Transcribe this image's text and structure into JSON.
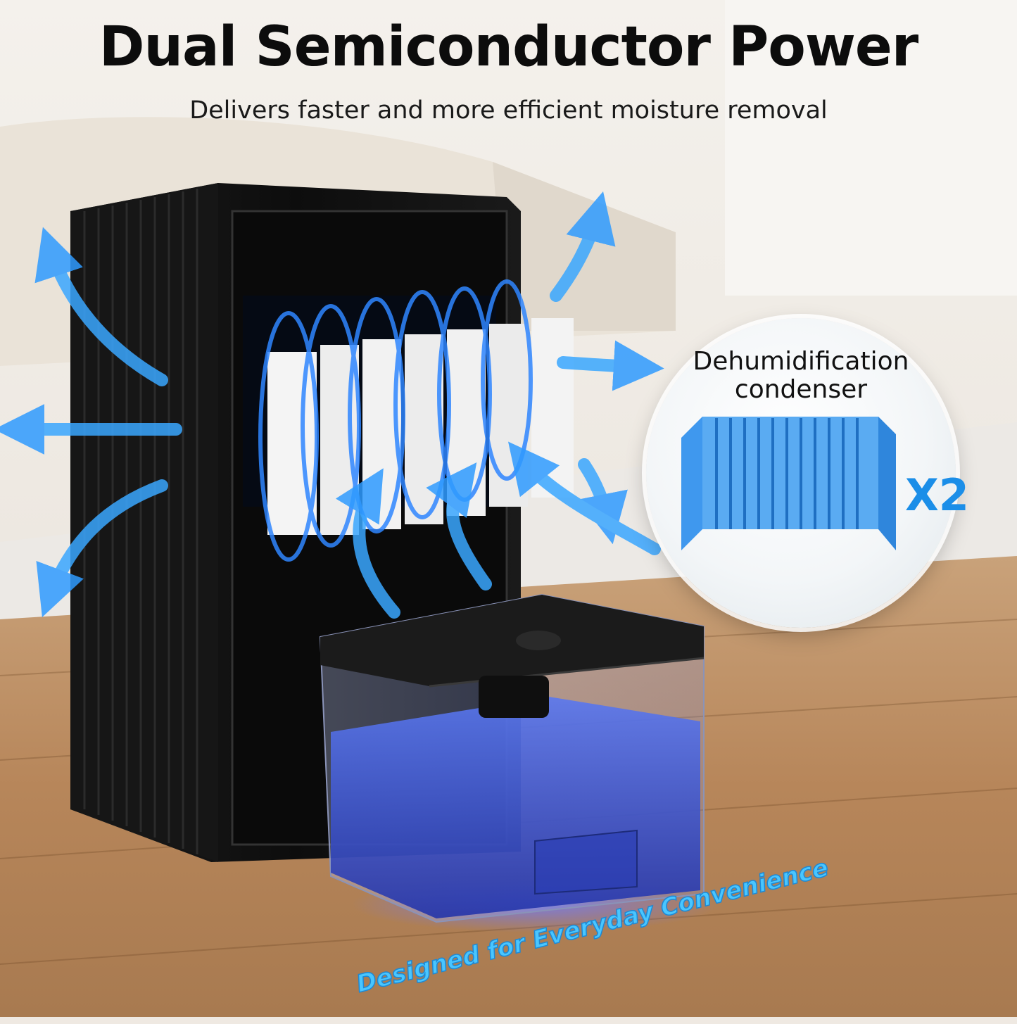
{
  "headline": {
    "title": "Dual Semiconductor Power",
    "subtitle": "Delivers faster and more efficient moisture removal"
  },
  "callout": {
    "title_line1": "Dehumidification",
    "title_line2": "condenser",
    "multiplier": "X2"
  },
  "floor_caption": "Designed for Everyday Convenience",
  "colors": {
    "accent_blue": "#1b8ee8",
    "airflow_blue": "#3aa7ff",
    "device_black": "#141414",
    "water_blue": "#3b52d6"
  },
  "icons": [
    "airflow-arrow-icon",
    "condenser-fins-icon"
  ]
}
